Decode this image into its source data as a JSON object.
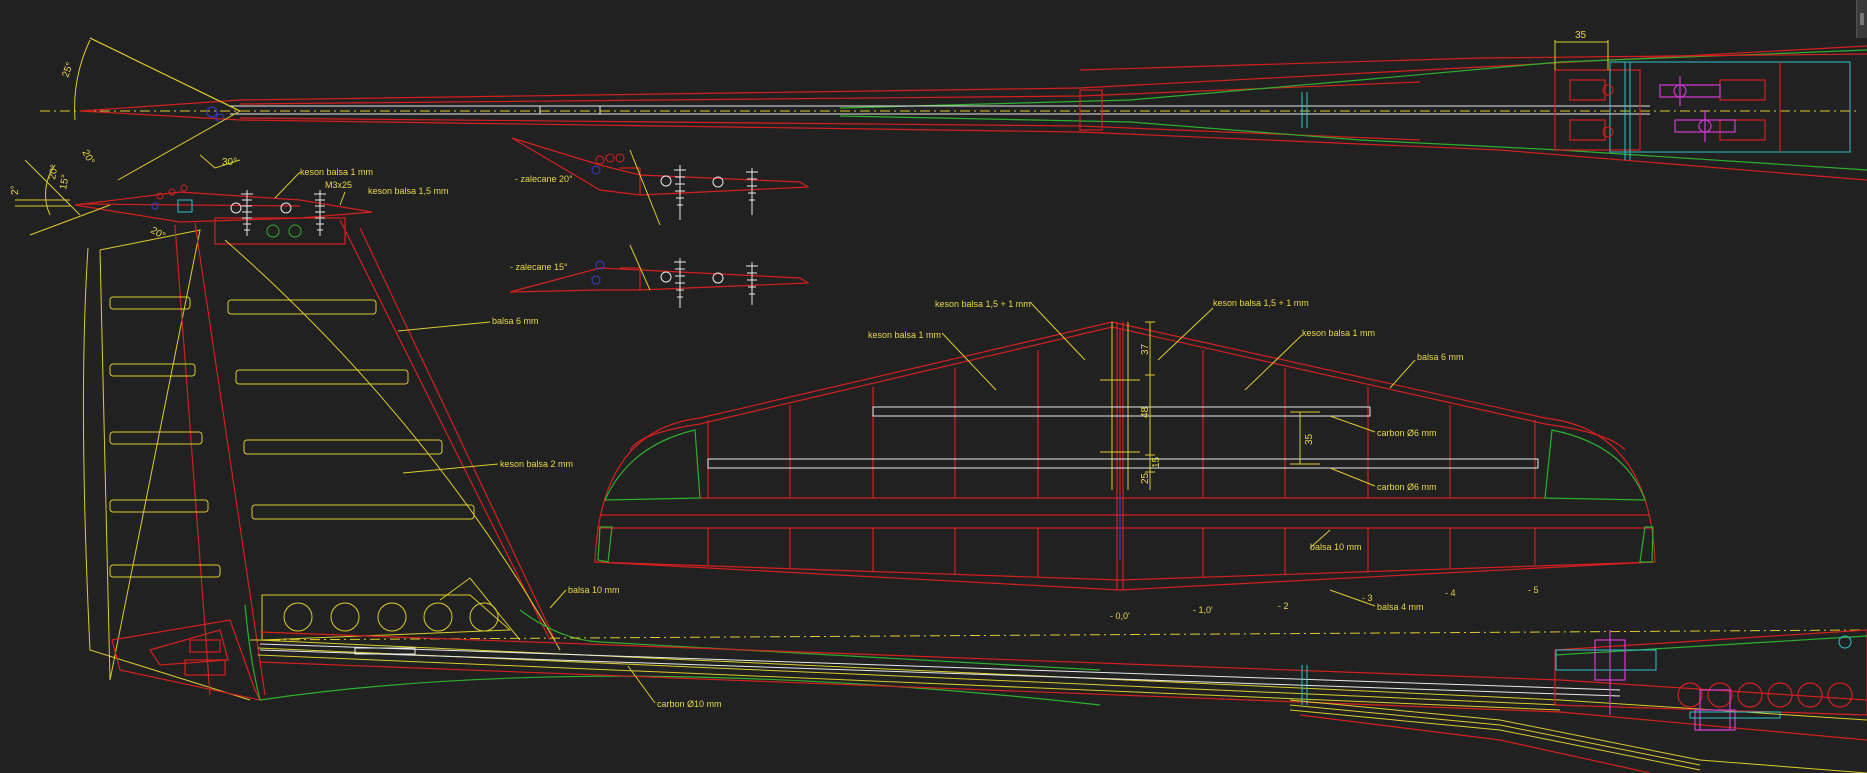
{
  "colors": {
    "background": "#212121",
    "outline": "#d42020",
    "construction": "#d9cc2c",
    "green_parts": "#2fae2f",
    "carbon": "#e8e8e8",
    "cyan_parts": "#2bc4cc",
    "servo": "#d33ad3",
    "holes": "#3b3bd6"
  },
  "labels": {
    "keson_balsa_1": "keson balsa 1 mm",
    "m3x25": "M3x25",
    "keson_balsa_15": "keson balsa 1,5 mm",
    "zalecane_20": "- zalecane 20°",
    "zalecane_15": "- zalecane 15°",
    "balsa_6_fin": "balsa 6 mm",
    "keson_balsa_2": "keson balsa 2 mm",
    "balsa_10_fin": "balsa 10 mm",
    "carbon_10": "carbon Ø10 mm",
    "keson_15_1_left": "keson balsa 1,5 + 1 mm",
    "keson_1_left": "keson balsa 1 mm",
    "keson_15_1_right": "keson balsa 1,5 + 1 mm",
    "keson_1_right": "keson balsa 1 mm",
    "balsa_6_stab": "balsa 6 mm",
    "carbon_6_top": "carbon Ø6 mm",
    "carbon_6_bottom": "carbon Ø6 mm",
    "balsa_10_stab": "balsa 10 mm",
    "balsa_4": "balsa 4 mm"
  },
  "dimensions": {
    "top_35": "35",
    "angle_25": "25°",
    "angle_20_a": "20°",
    "angle_30": "30°",
    "side_2": "2°",
    "side_20": "20°",
    "side_15": "15°",
    "angle_20_b": "20°",
    "d_37": "37",
    "d_48": "48",
    "d_25": "25",
    "d_15": "15",
    "d_35": "35"
  },
  "stations": [
    "- 0,0'",
    "- 1,0'",
    "- 2",
    "- 3",
    "- 4",
    "- 5"
  ]
}
